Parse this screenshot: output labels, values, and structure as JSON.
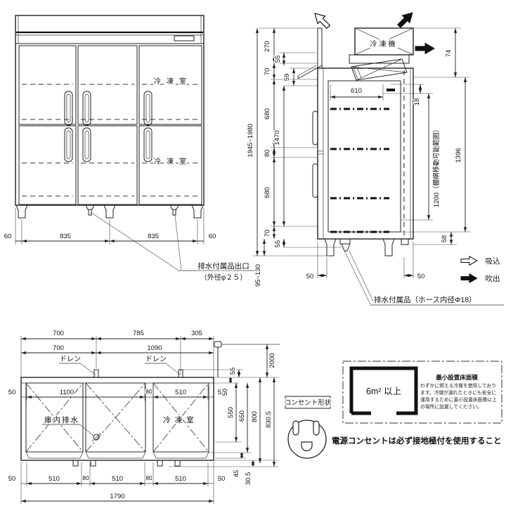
{
  "front": {
    "freezer_top": "冷凍室",
    "freezer_bottom": "冷凍室",
    "dim_left": "60",
    "dim_span1": "835",
    "dim_span2": "835",
    "dim_right": "60",
    "drain_note1": "排水付属品出口",
    "drain_note2": "（外径φ２５）"
  },
  "side": {
    "overall_height": "1945~1980",
    "condenser": "冷凍機",
    "dim_270": "270",
    "dim_55_top": "55",
    "dim_70_top": "70",
    "dim_59": "59",
    "dim_680_upper": "680",
    "dim_1470": "1470",
    "dim_80": "80",
    "dim_680_lower": "680",
    "dim_70_bottom": "70",
    "dim_55_bottom": "55",
    "dim_leg": "95~130",
    "dim_610": "610",
    "dim_18": "18",
    "dim_74": "74",
    "dim_1396": "1396",
    "shelf_range": "1200（棚網移動可能範囲）",
    "dim_58": "58",
    "dim_50_left": "50",
    "dim_50_right": "50",
    "legend_suction": "吸込",
    "legend_blow": "吹出",
    "drain_note": "排水付属品（ホース内径Φ18）"
  },
  "plan": {
    "dim_700a": "700",
    "dim_785": "785",
    "dim_305": "305",
    "dim_700b": "700",
    "dim_1090": "1090",
    "drain_label1": "ドレン",
    "drain_label2": "ドレン",
    "dim_50_in_l": "50",
    "dim_1100": "1100",
    "dim_80_in": "80",
    "dim_510_in": "510",
    "dim_50_in_r": "50",
    "interior_drain": "庫内排水",
    "freezer_room": "冷凍室",
    "dim_50_bl": "50",
    "dim_510_a": "510",
    "dim_80_a": "80",
    "dim_510_b": "510",
    "dim_80_b": "80",
    "dim_510_c": "510",
    "dim_50_br": "50",
    "dim_total": "1790",
    "dim_2000": "2000",
    "dim_55_r": "55",
    "dim_50_r": "50",
    "dim_550": "550",
    "dim_650": "650",
    "dim_800": "800",
    "dim_830": "830.5",
    "dim_45": "45",
    "dim_30": "30.5"
  },
  "outlet": {
    "shape_label": "コンセント形状",
    "ground_note": "電源コンセントは必ず接地極付を使用すること"
  },
  "min_area": {
    "area": "6m² 以上",
    "title": "最小設置床面積",
    "body": "わずかに燃える冷媒を使用しております。冷媒が漏れたときにも安全に運用するために最小設置床面積以上の場所に設置してください。"
  }
}
